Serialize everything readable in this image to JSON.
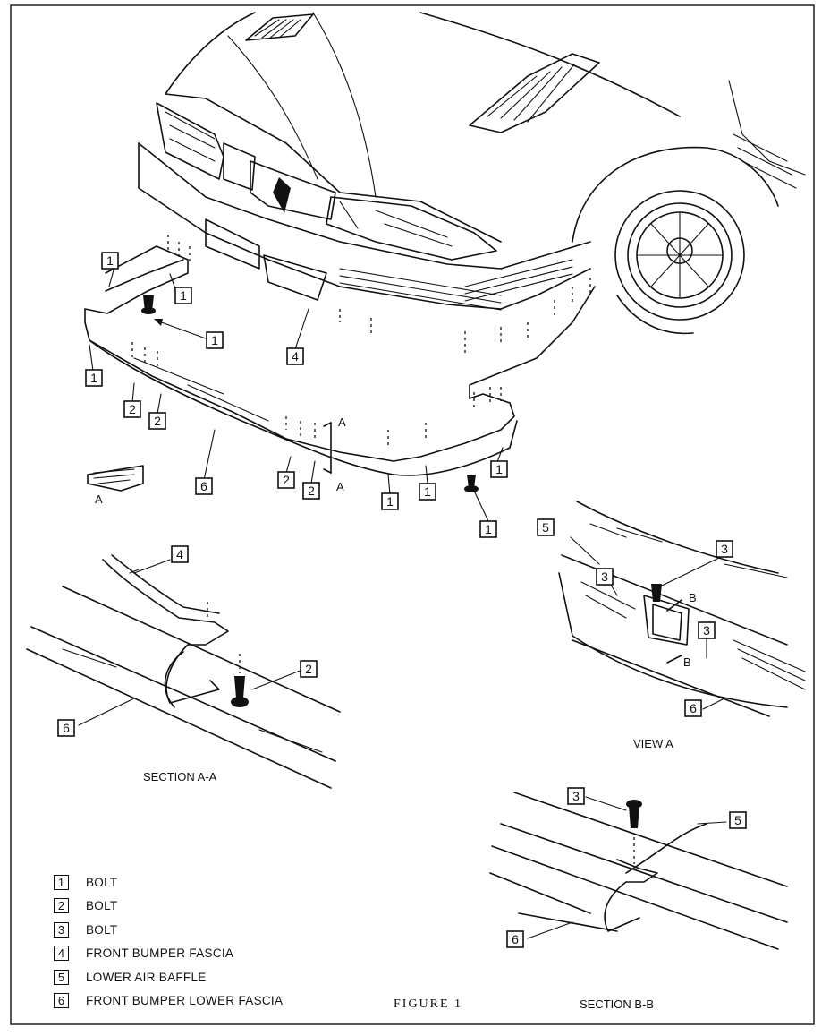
{
  "legend": {
    "items": [
      {
        "num": "1",
        "label": "BOLT"
      },
      {
        "num": "2",
        "label": "BOLT"
      },
      {
        "num": "3",
        "label": "BOLT"
      },
      {
        "num": "4",
        "label": "FRONT BUMPER FASCIA"
      },
      {
        "num": "5",
        "label": "LOWER AIR BAFFLE"
      },
      {
        "num": "6",
        "label": "FRONT BUMPER LOWER FASCIA"
      }
    ]
  },
  "labels": {
    "figure": "FIGURE  1",
    "section_aa": "SECTION A-A",
    "section_bb": "SECTION B-B",
    "view_a": "VIEW A",
    "view_marker": "A",
    "cut_a": "A",
    "cut_b": "B"
  },
  "callouts": {
    "one": "1",
    "two": "2",
    "three": "3",
    "four": "4",
    "five": "5",
    "six": "6"
  }
}
